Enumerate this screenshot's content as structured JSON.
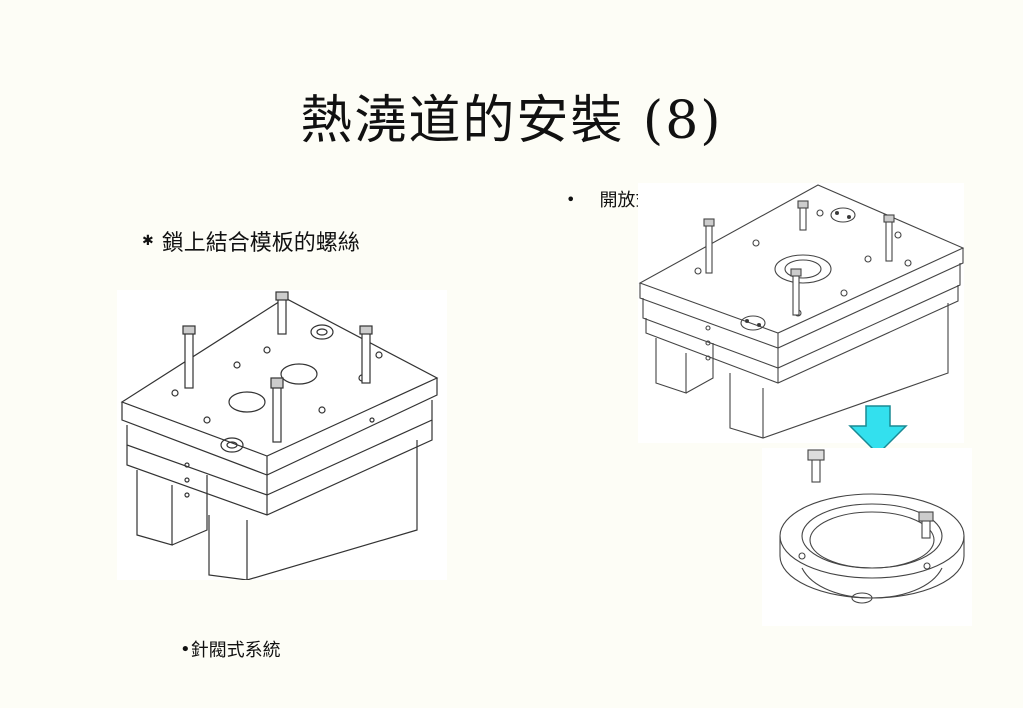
{
  "title": "熱澆道的安裝 (8)",
  "bullets": {
    "left_main": {
      "marker": "✱",
      "text": "鎖上結合模板的螺絲"
    },
    "right_top": {
      "marker": "•",
      "text": "開放式系統"
    },
    "left_bottom": {
      "marker": "•",
      "text": "針閥式系統"
    }
  },
  "colors": {
    "arrow_fill": "#33e0ee",
    "background": "#fdfdf6"
  },
  "icons": {
    "arrow": "down-arrow-icon"
  }
}
